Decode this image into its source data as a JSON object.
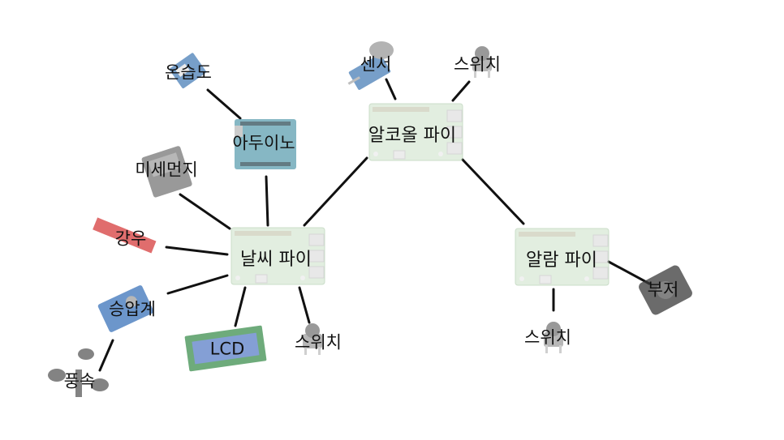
{
  "nodes": {
    "alcohol_pi": "알코올 파이",
    "weather_pi": "날씨 파이",
    "alarm_pi": "알람 파이",
    "arduino": "아두이노",
    "humidity": "온습도",
    "sensor": "센서",
    "switch_alcohol": "스위치",
    "dust": "미세먼지",
    "rain": "강우",
    "pressure": "승압계",
    "wind": "풍속",
    "lcd": "LCD",
    "switch_weather": "스위치",
    "switch_alarm": "스위치",
    "buzzer": "부저"
  },
  "colors": {
    "line": "#111111",
    "board_green": "#8fc49a",
    "board_light": "#d6e8d4"
  },
  "icons": {
    "pi": "raspberry-pi-board-icon",
    "arduino": "arduino-board-icon",
    "sensor": "sensor-module-icon",
    "switch": "push-button-icon",
    "lcd": "lcd-module-icon",
    "buzzer": "buzzer-module-icon",
    "wind": "anemometer-icon",
    "rain": "rain-sensor-icon",
    "dust": "dust-sensor-icon",
    "pressure": "pressure-sensor-icon",
    "humidity": "humidity-sensor-icon"
  }
}
